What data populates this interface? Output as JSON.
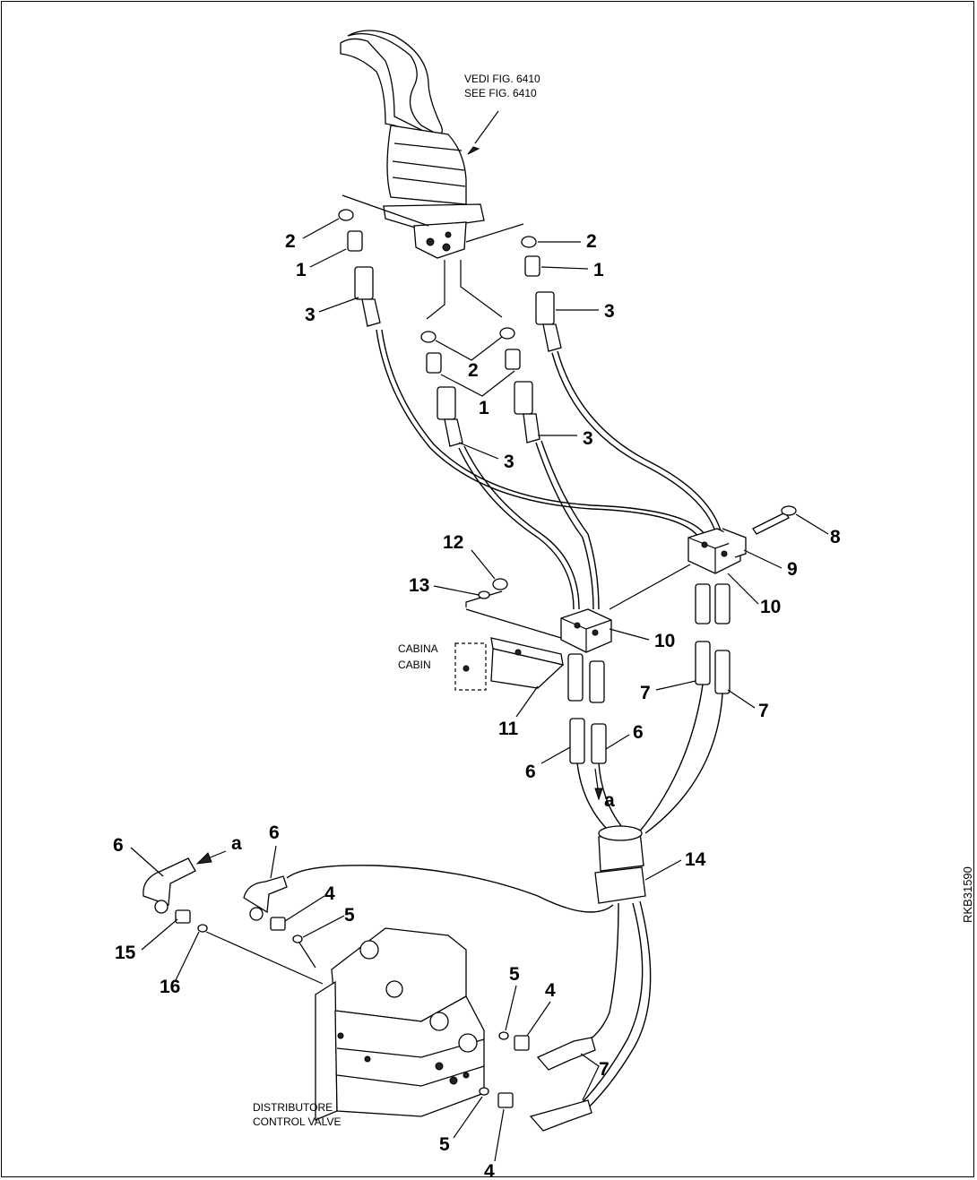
{
  "references": {
    "see_fig_it": "VEDI FIG. 6410",
    "see_fig_en": "SEE FIG. 6410"
  },
  "labels": {
    "cabin_it": "CABINA",
    "cabin_en": "CABIN",
    "valve_it": "DISTRIBUTORE",
    "valve_en": "CONTROL VALVE",
    "detail_a": "a"
  },
  "drawing_code": "RKB31590",
  "callouts": {
    "n1": "1",
    "n2": "2",
    "n3": "3",
    "n4": "4",
    "n5": "5",
    "n6": "6",
    "n7": "7",
    "n8": "8",
    "n9": "9",
    "n10": "10",
    "n11": "11",
    "n12": "12",
    "n13": "13",
    "n14": "14",
    "n15": "15",
    "n16": "16"
  }
}
